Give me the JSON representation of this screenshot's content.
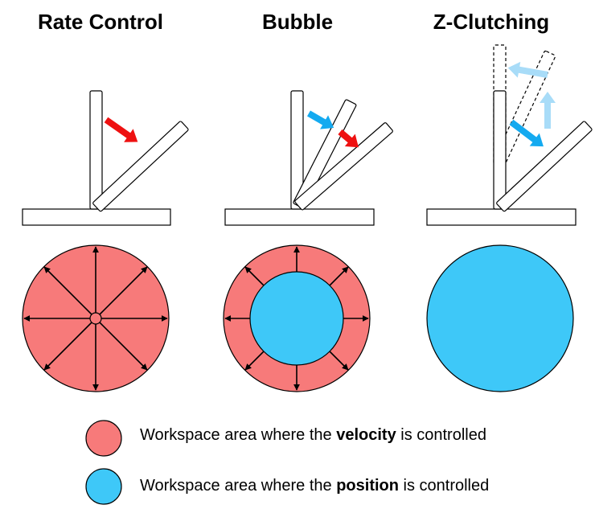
{
  "titles": {
    "rate_control": "Rate Control",
    "bubble": "Bubble",
    "z_clutching": "Z-Clutching"
  },
  "legend": {
    "velocity": {
      "prefix": "Workspace area where the ",
      "bold": "velocity",
      "suffix": " is controlled",
      "color": "#f77a7a"
    },
    "position": {
      "prefix": "Workspace area where the ",
      "bold": "position",
      "suffix": " is controlled",
      "color": "#3ec8f8"
    }
  },
  "colors": {
    "velocity_zone": "#f77a7a",
    "position_zone": "#3ec8f8",
    "red_arrow": "#ee1111",
    "blue_arrow": "#14aaf0",
    "faded_blue_arrow": "#a8dcf8"
  }
}
